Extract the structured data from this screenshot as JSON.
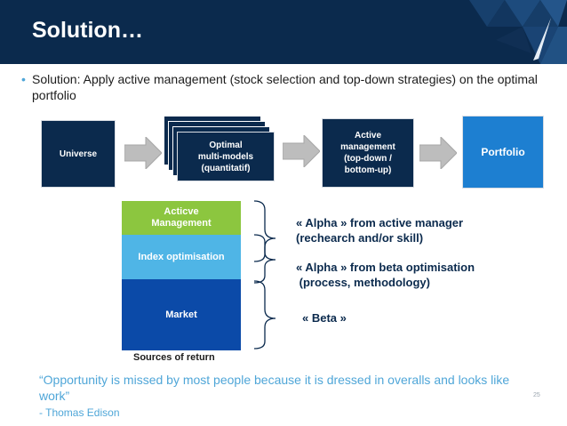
{
  "header": {
    "title": "Solution…"
  },
  "bullet": {
    "text": "Solution: Apply active management (stock selection and top-down strategies) on the optimal portfolio"
  },
  "flow": {
    "universe": "Universe",
    "optimal_line1": "Optimal",
    "optimal_line2": "multi-models",
    "optimal_line3": "(quantitatif)",
    "active_line1": "Active",
    "active_line2": "management",
    "active_line3": "(top-down /",
    "active_line4": "bottom-up)",
    "portfolio": "Portfolio"
  },
  "sources": {
    "active_line1": "Acticve",
    "active_line2": "Management",
    "index": "Index optimisation",
    "market": "Market",
    "label": "Sources of return"
  },
  "annotations": {
    "alpha_manager_line1": "« Alpha » from active manager",
    "alpha_manager_line2": "(rechearch and/or skill)",
    "alpha_beta_line1": "« Alpha » from beta optimisation",
    "alpha_beta_line2": " (process, methodology)",
    "beta": "« Beta »"
  },
  "quote": {
    "text": "“Opportunity is missed by most people because it is dressed in overalls and looks like work”",
    "author": "- Thomas Edison"
  },
  "page_number": "25",
  "colors": {
    "navy": "#0b2a4d",
    "blue": "#1d7fd1",
    "green": "#8cc63f",
    "light_blue": "#4fb5e6",
    "market_blue": "#0b4aa8",
    "quote": "#4fa6d8"
  }
}
